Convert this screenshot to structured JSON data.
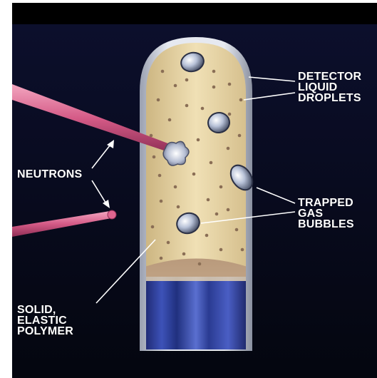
{
  "labels": {
    "detector": [
      "DETECTOR",
      "LIQUID",
      "DROPLETS"
    ],
    "neutrons": "NEUTRONS",
    "bubbles": [
      "TRAPPED",
      "GAS",
      "BUBBLES"
    ],
    "polymer": [
      "SOLID,",
      "ELASTIC",
      "POLYMER"
    ]
  },
  "colors": {
    "background": "#06081a",
    "vial_fill": "#e7d3a3",
    "vial_rim": "#c8cdd8",
    "liquid_base": "#2a3a9a",
    "neutron_beam": "#d45a86",
    "droplet": "#8a6e55",
    "label_text": "#ffffff"
  }
}
